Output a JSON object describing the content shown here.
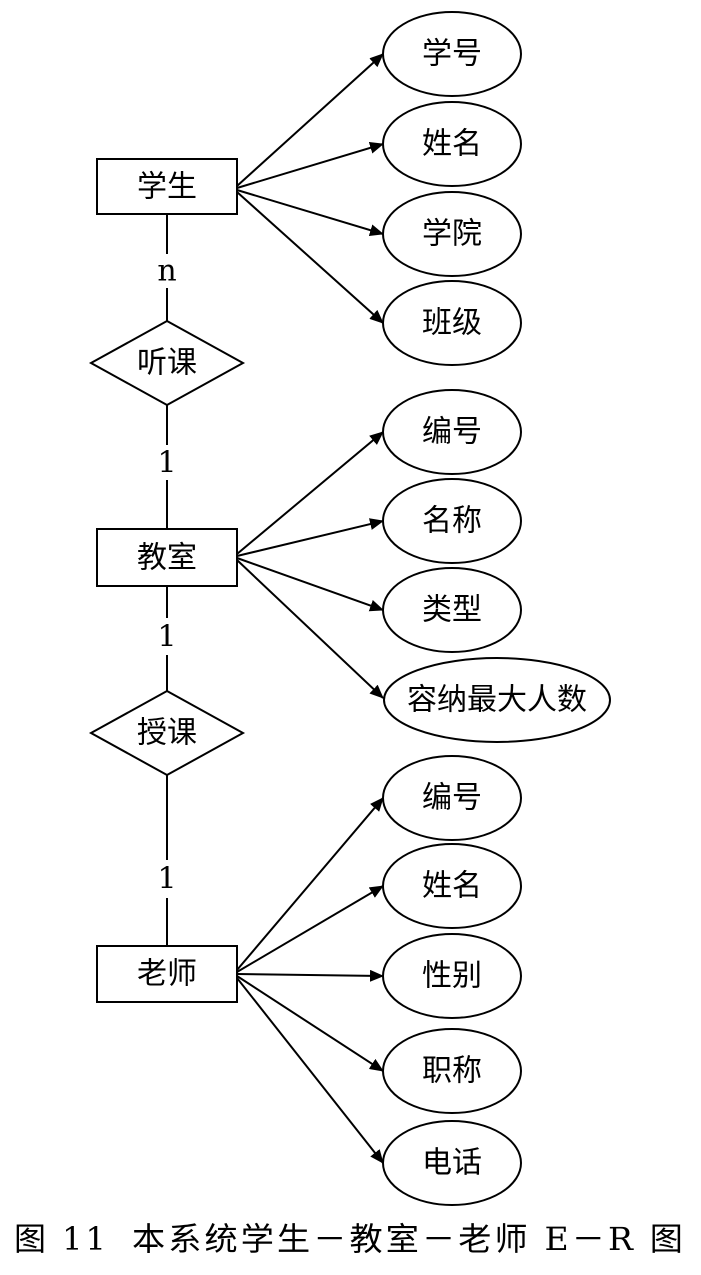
{
  "entities": {
    "student": "学生",
    "classroom": "教室",
    "teacher": "老师"
  },
  "relationships": {
    "attend": "听课",
    "teach": "授课"
  },
  "cardinalities": {
    "student_attend": "n",
    "attend_classroom": "1",
    "classroom_teach": "1",
    "teach_teacher": "1"
  },
  "attributes": {
    "student": [
      "学号",
      "姓名",
      "学院",
      "班级"
    ],
    "classroom": [
      "编号",
      "名称",
      "类型",
      "容纳最大人数"
    ],
    "teacher": [
      "编号",
      "姓名",
      "性别",
      "职称",
      "电话"
    ]
  },
  "caption": {
    "prefix": "图 11",
    "title": "本系统学生－教室－老师 E－R 图"
  }
}
